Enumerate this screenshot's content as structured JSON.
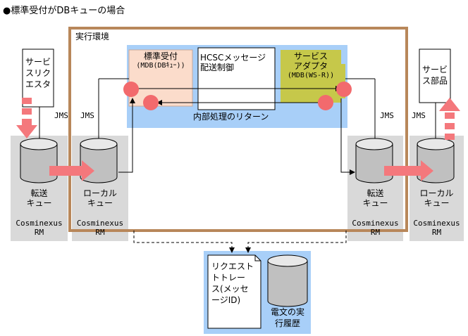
{
  "title": "●標準受付がDBキューの場合",
  "env_label": "実行環境",
  "inner_label": "内部処理のリターン",
  "requester_lines": [
    "サービ",
    "スリク",
    "エスタ"
  ],
  "component_lines": [
    "サービ",
    "ス部品"
  ],
  "std_recv_lines": [
    "標準受付",
    "(MDB(DBｷｭｰ))"
  ],
  "hcsc_lines": [
    "HCSCメッセージ",
    "配送制御"
  ],
  "adapter_lines": [
    "サービス",
    "アダプタ",
    "(MDB(WS-R))"
  ],
  "jms": "JMS",
  "queues": [
    {
      "id": "left-transfer",
      "lines": [
        "転送",
        "キュー"
      ]
    },
    {
      "id": "left-local",
      "lines": [
        "ローカル",
        "キュー"
      ]
    },
    {
      "id": "right-transfer",
      "lines": [
        "転送",
        "キュー"
      ]
    },
    {
      "id": "right-local",
      "lines": [
        "ローカル",
        "キュー"
      ]
    }
  ],
  "rm_lines": [
    "Cosminexus",
    "RM"
  ],
  "trace_lines": [
    "リクエスト",
    "トトレー",
    "ス(メッセ",
    "ージID)"
  ],
  "history_lines": [
    "電文の実",
    "行履歴"
  ],
  "colors": {
    "environment_border": "#b8875a",
    "inner_bg": "#a8cff8",
    "grey_panel": "#d9d9d9",
    "std_recv_bg": "#fbdccb",
    "adapter_bg": "#c6c84a",
    "red": "#f4787c",
    "dot_red": "#f26a6d"
  }
}
